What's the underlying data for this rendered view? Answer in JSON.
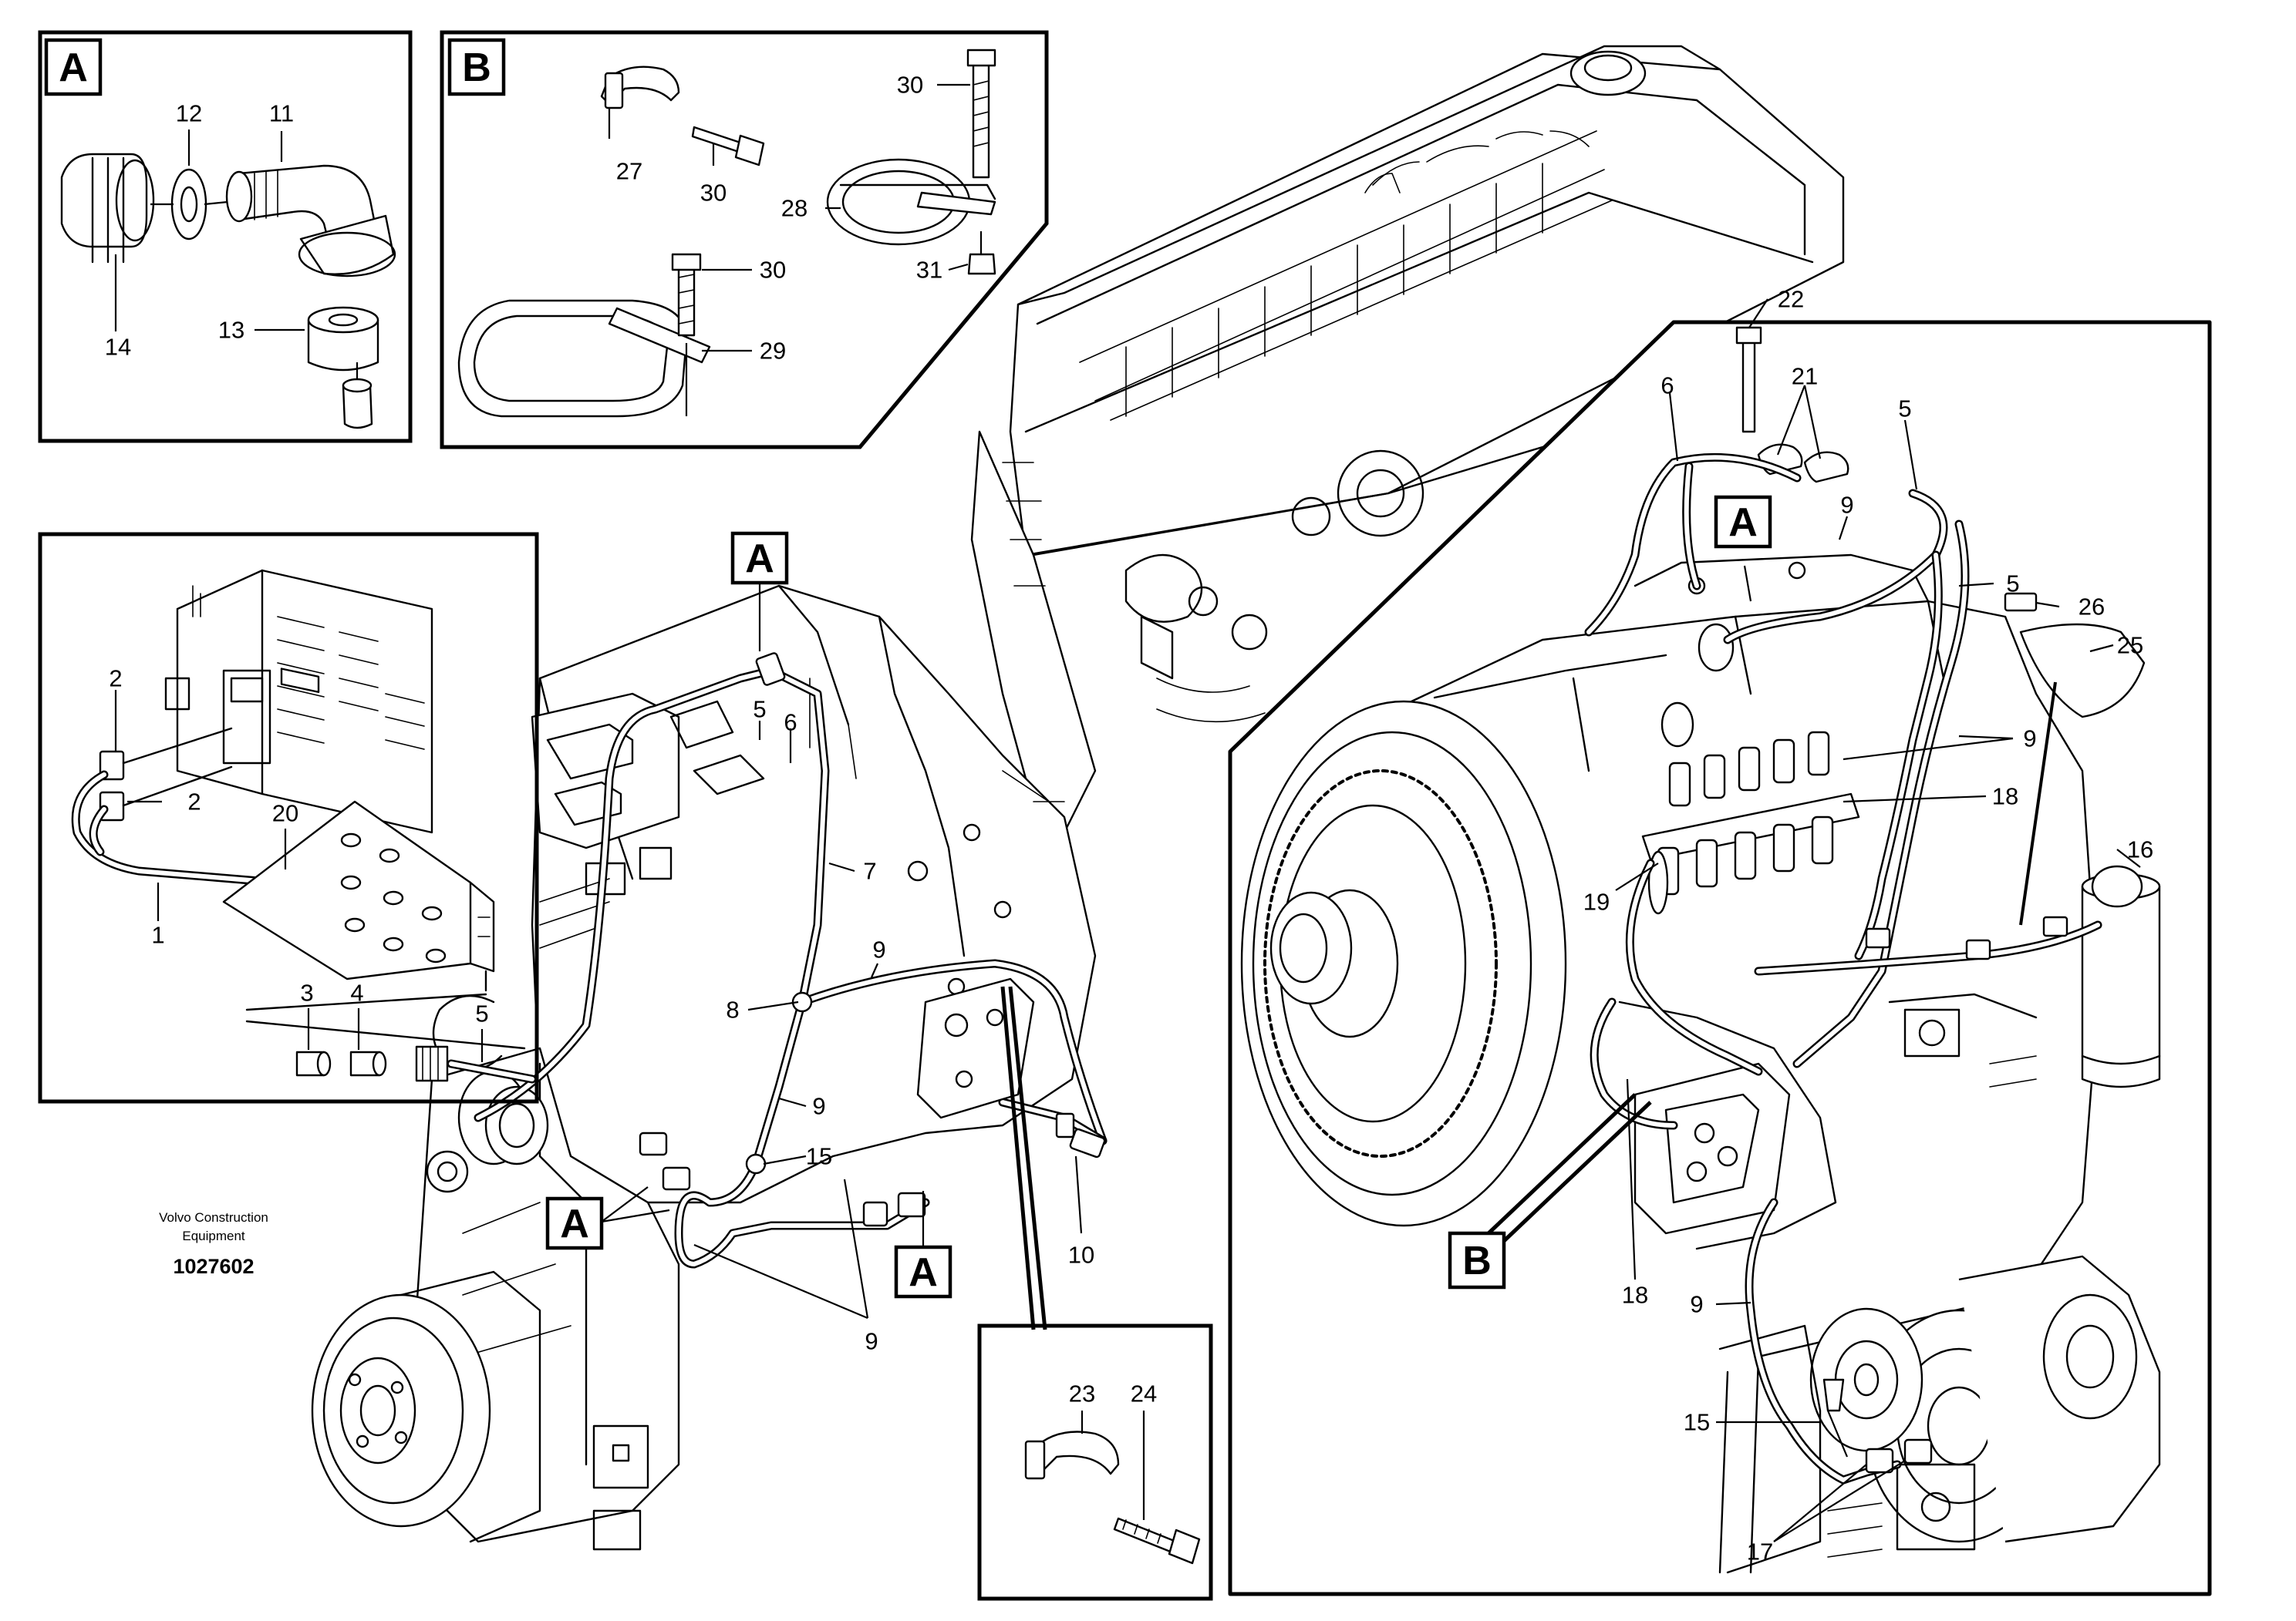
{
  "credit": {
    "line1": "Volvo Construction",
    "line2": "Equipment",
    "docnum": "1027602"
  },
  "tags": {
    "a": "A",
    "b": "B"
  },
  "callouts": {
    "c1": "1",
    "c2": "2",
    "c3": "3",
    "c4": "4",
    "c5": "5",
    "c6": "6",
    "c7": "7",
    "c8": "8",
    "c9": "9",
    "c10": "10",
    "c11": "11",
    "c12": "12",
    "c13": "13",
    "c14": "14",
    "c15": "15",
    "c16": "16",
    "c17": "17",
    "c18": "18",
    "c19": "19",
    "c20": "20",
    "c21": "21",
    "c22": "22",
    "c23": "23",
    "c24": "24",
    "c25": "25",
    "c26": "26",
    "c27": "27",
    "c28": "28",
    "c29": "29",
    "c30": "30",
    "c31": "31"
  }
}
